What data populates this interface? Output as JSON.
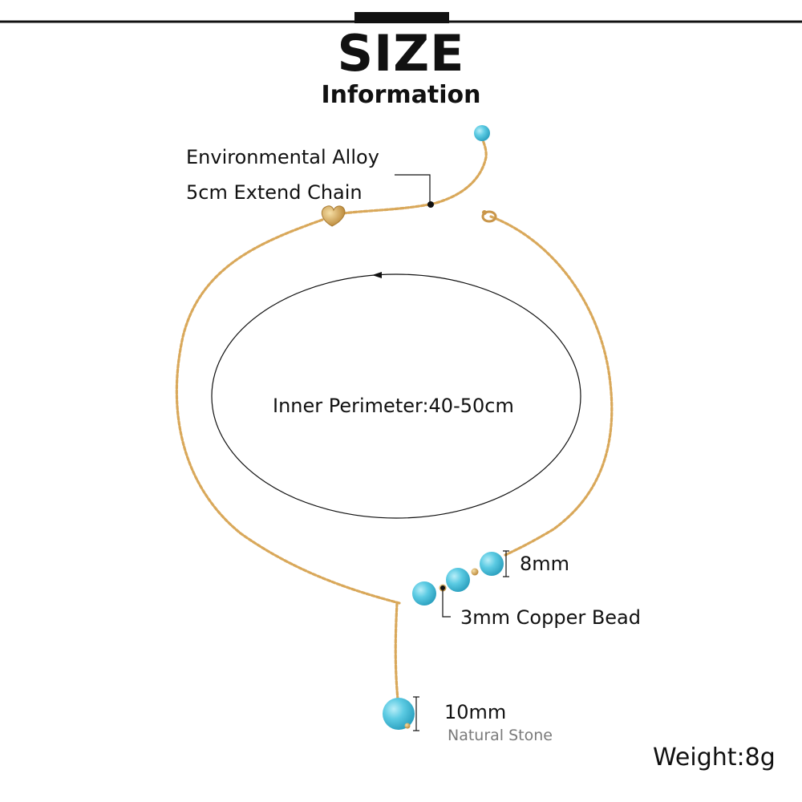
{
  "header": {
    "title": "SIZE",
    "subtitle": "Information"
  },
  "annotations": {
    "material_line1": "Environmental Alloy",
    "material_line2": "5cm Extend Chain",
    "perimeter": "Inner Perimeter:40-50cm",
    "bead_size": "8mm",
    "copper_bead": "3mm Copper Bead",
    "stone_size": "10mm",
    "stone_type": "Natural Stone",
    "weight": "Weight:8g"
  },
  "colors": {
    "chain_gold": "#d9a85a",
    "turquoise": "#4fc6e0",
    "text": "#111111",
    "muted_text": "#7a7a7a"
  },
  "icons": {
    "heart_charm": "heart-charm-icon",
    "lobster_clasp": "clasp-icon"
  }
}
